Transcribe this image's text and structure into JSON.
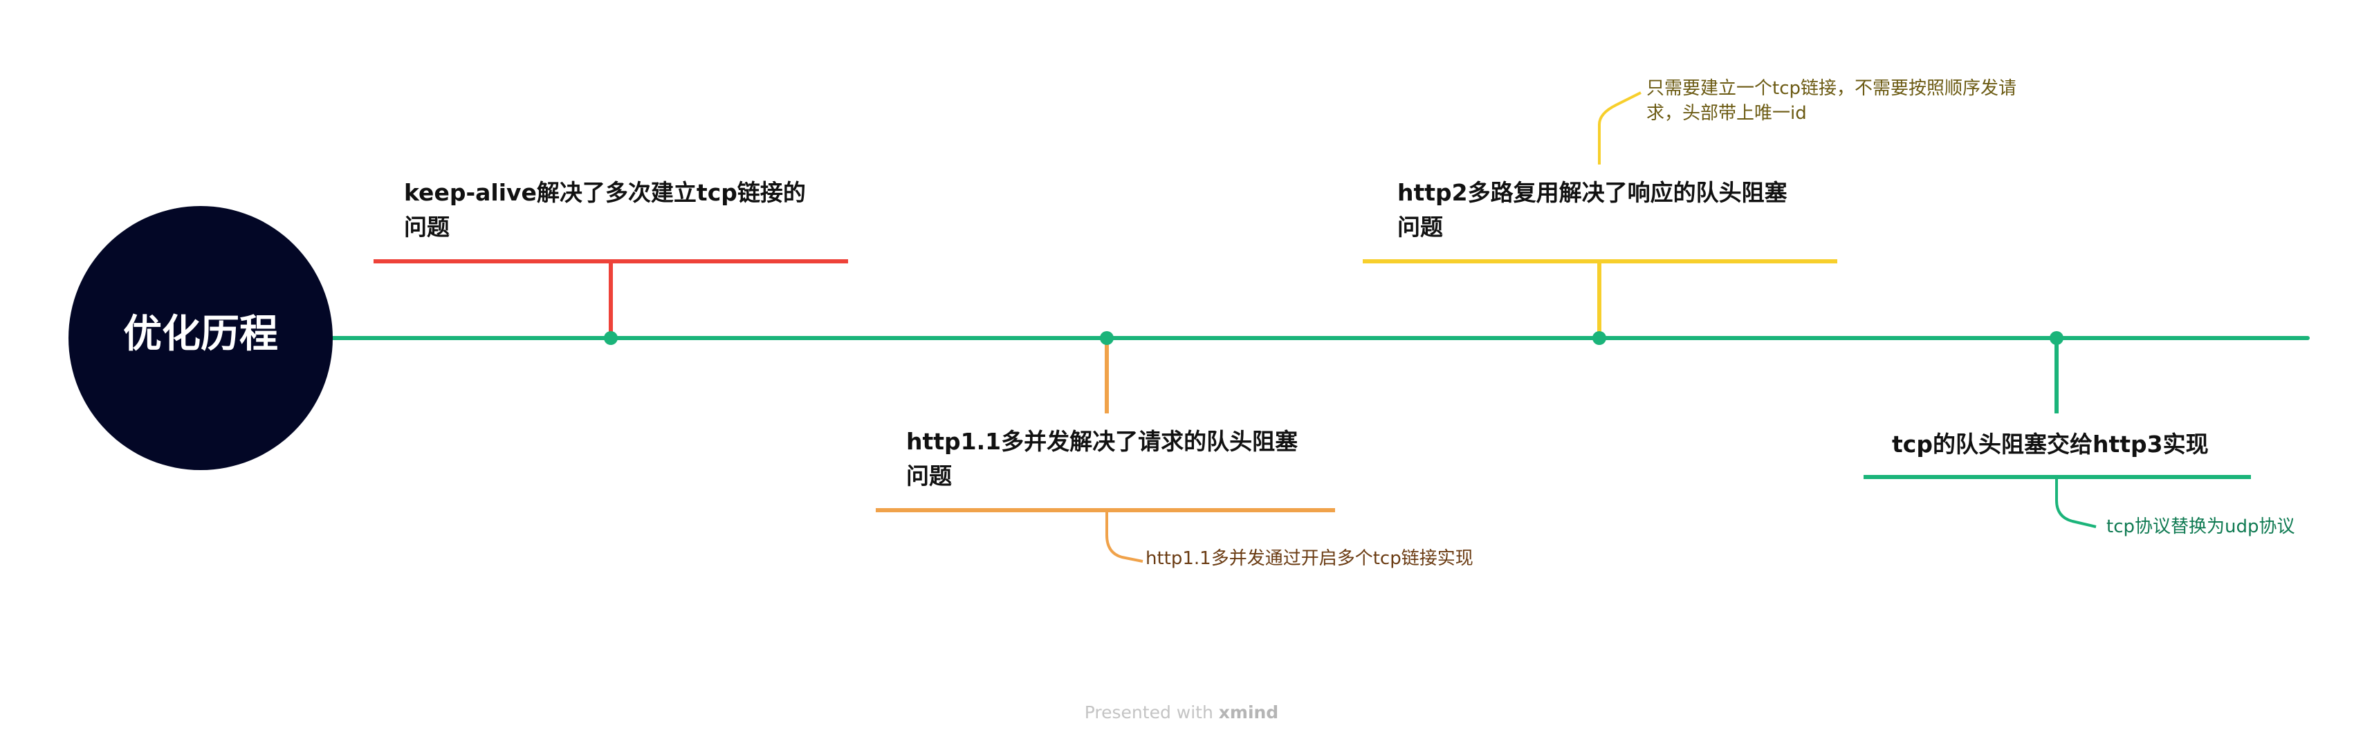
{
  "colors": {
    "root_fill": "#030726",
    "timeline": "#1bb47a",
    "branch_1": "#ee4239",
    "branch_2": "#f0a24a",
    "branch_3": "#f7cf2c",
    "branch_4": "#1bb47a",
    "note_2_text": "#6a3b12",
    "note_3_text": "#6b5a12",
    "note_4_text": "#0f7a52"
  },
  "root": {
    "label": "优化历程"
  },
  "topics": [
    {
      "text": "keep-alive解决了多次建立tcp链接的\n问题",
      "position": "above"
    },
    {
      "text": "http1.1多并发解决了请求的队头阻塞\n问题",
      "position": "below",
      "note": "http1.1多并发通过开启多个tcp链接实现"
    },
    {
      "text": "http2多路复用解决了响应的队头阻塞\n问题",
      "position": "above",
      "note": "只需要建立一个tcp链接，不需要按照顺序发请\n求，头部带上唯一id"
    },
    {
      "text": "tcp的队头阻塞交给http3实现",
      "position": "below",
      "note": "tcp协议替换为udp协议"
    }
  ],
  "footer": {
    "prefix": "Presented with ",
    "brand": "xmind"
  }
}
